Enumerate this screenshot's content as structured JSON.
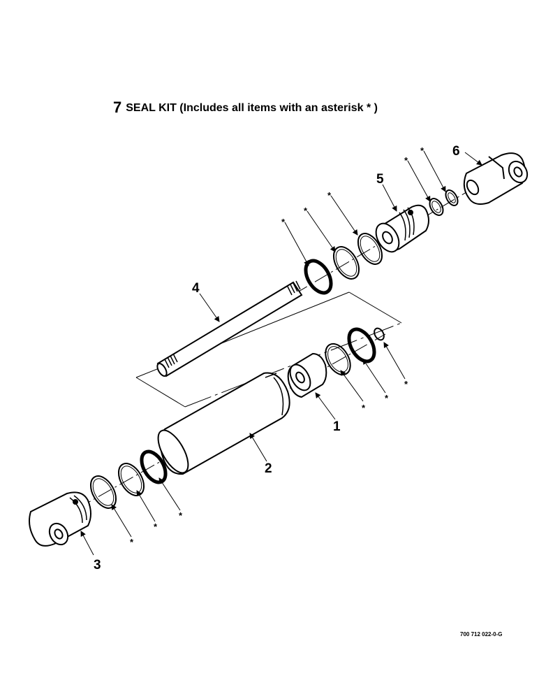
{
  "seal_kit": {
    "number": "7",
    "text": "SEAL KIT (Includes all items with an asterisk * )"
  },
  "callouts": {
    "piston": "1",
    "barrel": "2",
    "base_clevis": "3",
    "rod": "4",
    "gland": "5",
    "rod_clevis": "6"
  },
  "asterisk": "*",
  "drawing_number": "700 712 022-0-G"
}
